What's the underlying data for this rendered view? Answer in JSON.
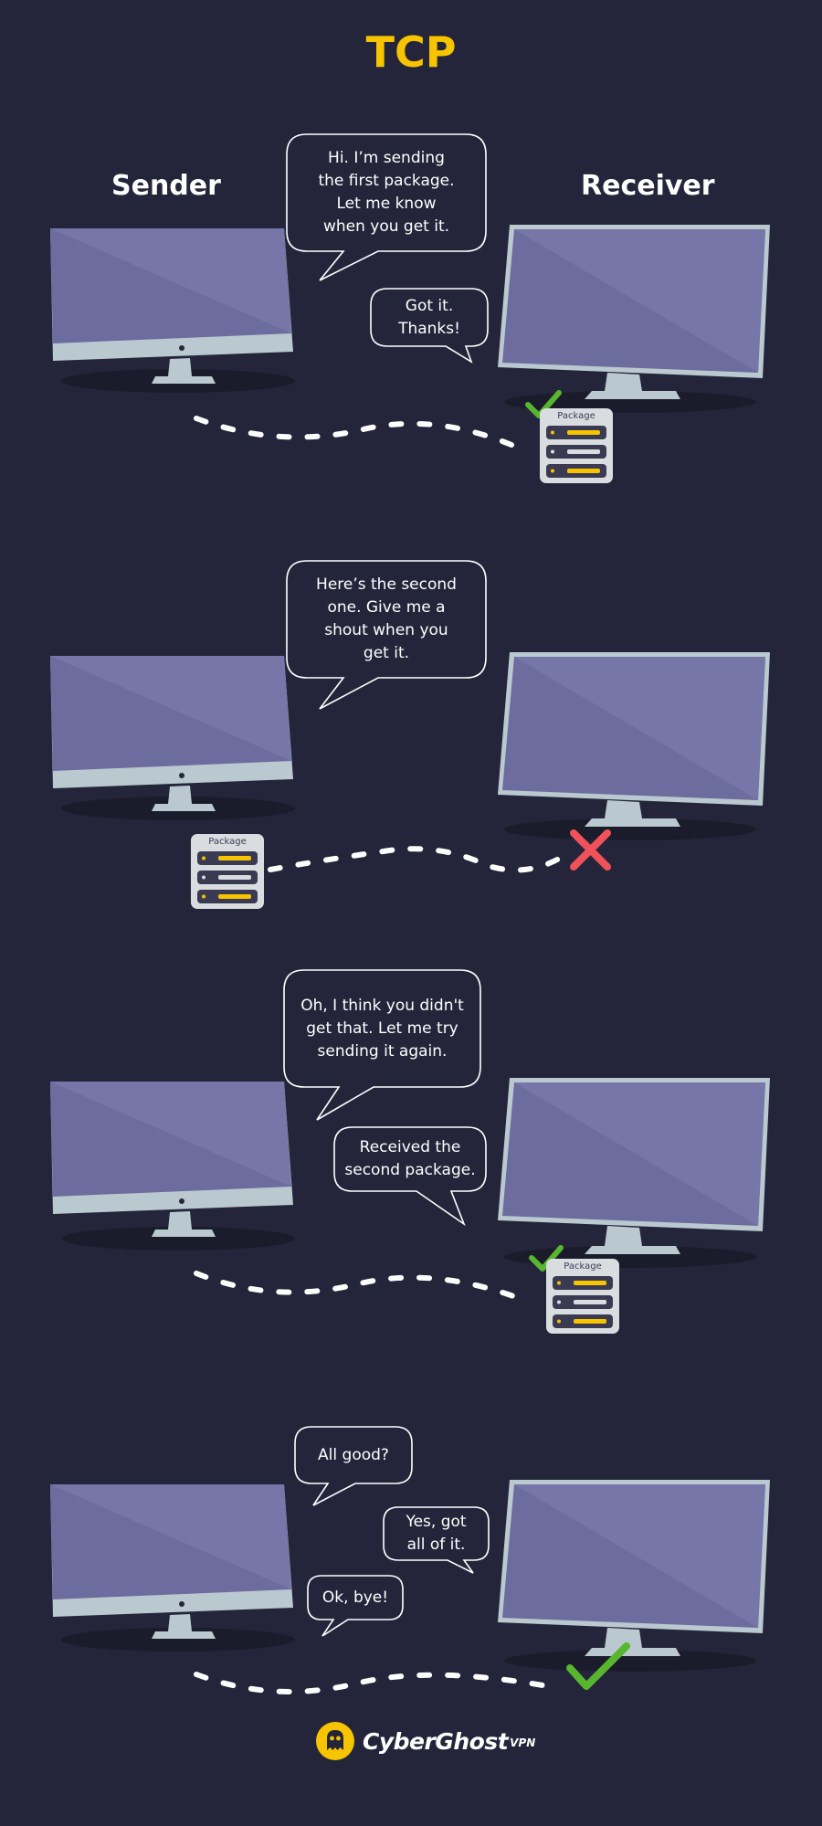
{
  "title": "TCP",
  "labels": {
    "sender": "Sender",
    "receiver": "Receiver"
  },
  "scenes": [
    {
      "bubbles": [
        {
          "text": "Hi. I’m sending\nthe first package.\nLet me know\nwhen you get it."
        },
        {
          "text": "Got it.\nThanks!"
        }
      ],
      "package_label": "Package",
      "status": "delivered"
    },
    {
      "bubbles": [
        {
          "text": "Here’s the second\none. Give me a\nshout when you\nget it."
        }
      ],
      "package_label": "Package",
      "status": "lost"
    },
    {
      "bubbles": [
        {
          "text": "Oh, I think you didn't\nget that. Let me try\nsending it again."
        },
        {
          "text": "Received the\nsecond package."
        }
      ],
      "package_label": "Package",
      "status": "delivered"
    },
    {
      "bubbles": [
        {
          "text": "All good?"
        },
        {
          "text": "Yes, got\nall of it."
        },
        {
          "text": "Ok, bye!"
        }
      ],
      "status": "complete"
    }
  ],
  "brand": {
    "name": "CyberGhost",
    "suffix": "VPN",
    "color": "#f7c400"
  },
  "colors": {
    "background": "#24253a",
    "screen": "#6c6c9e",
    "bezel": "#b9c9cf",
    "accent": "#f7c400",
    "check": "#58b52e",
    "cross": "#f0525a"
  },
  "icons": [
    "check-icon",
    "cross-icon",
    "ghost-logo-icon"
  ]
}
